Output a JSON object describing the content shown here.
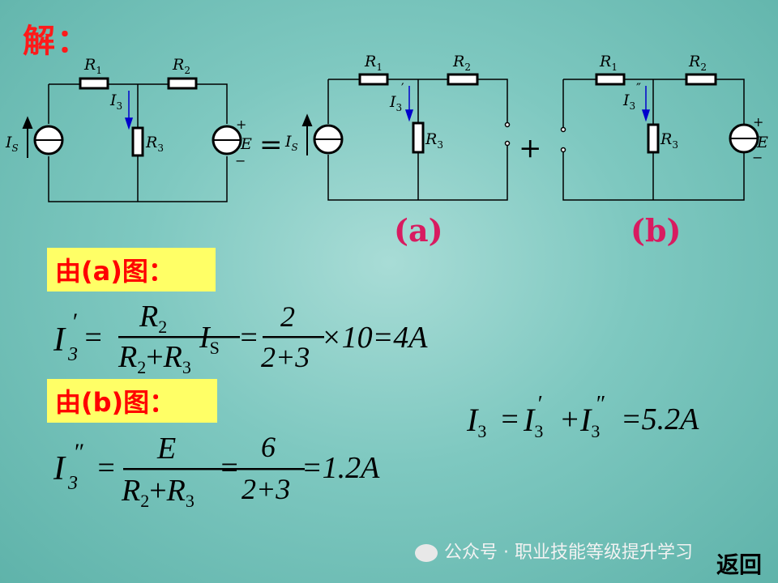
{
  "title": "解：",
  "labels": {
    "a": "由(a)图：",
    "b": "由(b)图："
  },
  "captions": {
    "a": "(a)",
    "b": "(b)"
  },
  "plus": "+",
  "equals": "=",
  "watermark": "公众号 · 职业技能等级提升学习",
  "back_button": "返回",
  "circuit": {
    "R1": "R",
    "R2": "R",
    "R3": "R",
    "sub1": "1",
    "sub2": "2",
    "sub3": "3",
    "I": "I",
    "Is_sub": "S",
    "E": "E",
    "plus_sign": "+",
    "minus_sign": "−",
    "prime": "′",
    "dprime": "″"
  },
  "equations": {
    "eq_a": {
      "lhs": "I",
      "sub": "3",
      "prime": "′",
      "eq": "=",
      "num": "R",
      "num_sub": "2",
      "den_a": "R",
      "den_a_sub": "2",
      "den_plus": "+",
      "den_b": "R",
      "den_b_sub": "3",
      "mult": "I",
      "mult_sub": "S",
      "eq2": "=",
      "num2": "2",
      "den2": "2+3",
      "tail": "×10=4A"
    },
    "eq_b": {
      "lhs": "I",
      "sub": "3",
      "prime": "″",
      "eq": "=",
      "num": "E",
      "den_a": "R",
      "den_a_sub": "2",
      "den_plus": "+",
      "den_b": "R",
      "den_b_sub": "3",
      "eq2": "=",
      "num2": "6",
      "den2": "2+3",
      "tail": "=1.2A"
    },
    "eq_total": {
      "lhs": "I",
      "sub": "3",
      "eq": "=",
      "t1": "I",
      "t1_sub": "3",
      "t1_prime": "′",
      "plus": "+",
      "t2": "I",
      "t2_sub": "3",
      "t2_prime": "″",
      "tail": "=5.2A"
    }
  }
}
